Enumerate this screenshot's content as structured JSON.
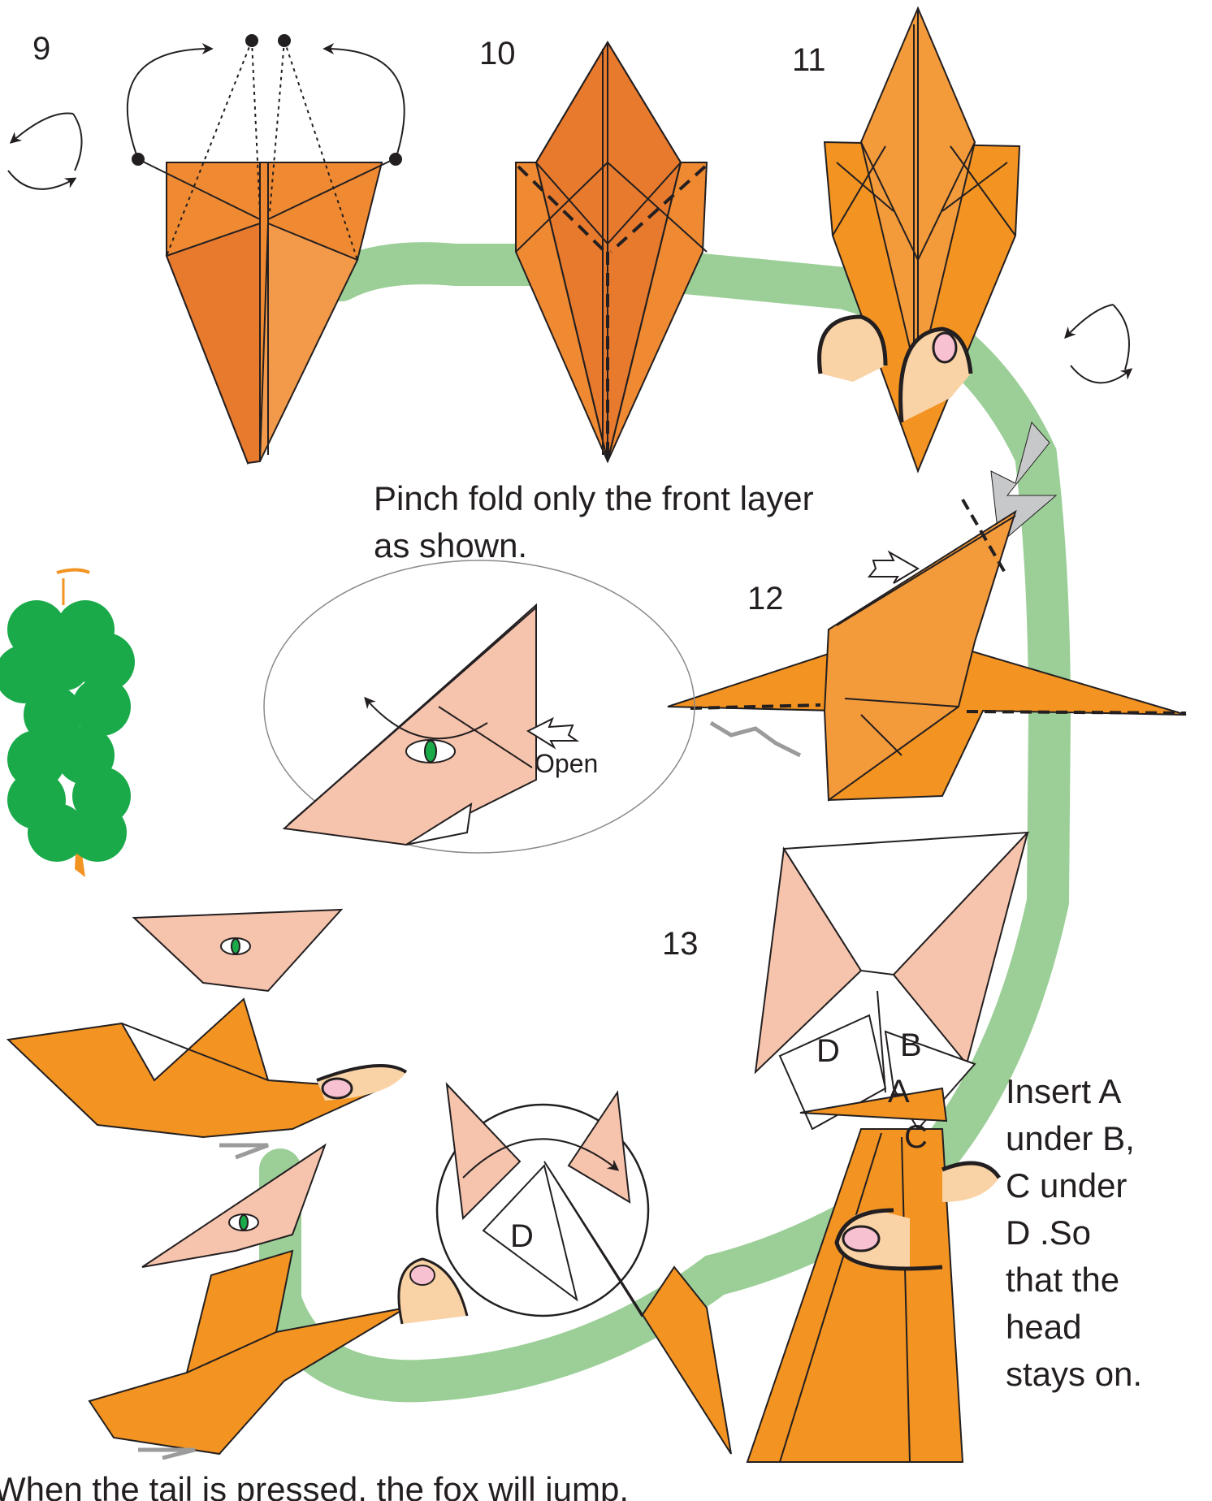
{
  "steps": {
    "s9": "9",
    "s10": "10",
    "s11": "11",
    "s12": "12",
    "s13": "13"
  },
  "instructions": {
    "pinch_line1": "Pinch fold only the front layer",
    "pinch_line2": "as shown.",
    "open": "Open",
    "insert_lines": [
      "Insert A",
      "under B,",
      "C under",
      "D .So",
      "that the",
      "head",
      "stays on."
    ],
    "jump": "When the tail is pressed, the fox will jump."
  },
  "flap_labels": {
    "D": "D",
    "B": "B",
    "A": "A",
    "C": "C",
    "D_circle": "D"
  },
  "colors": {
    "paper_orange": "#f08a32",
    "paper_dark_orange": "#e87a2e",
    "fox_orange": "#f39321",
    "inner_pink": "#f6c4ad",
    "finger": "#f9d3a6",
    "nail": "#f7c1d2",
    "green_path": "#9ccf98",
    "grapes": "#1aaa4a",
    "arrow_gray": "#c7c8c9",
    "ink": "#231f20"
  },
  "icons": [
    "rotate-over-icon",
    "push-arrow-icon",
    "open-arrow-icon",
    "fold-arrow-icon",
    "finger-icon",
    "grapes-icon",
    "eye-icon"
  ]
}
